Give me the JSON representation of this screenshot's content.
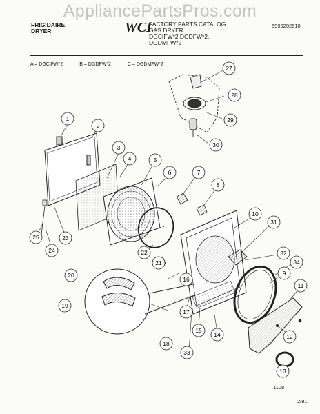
{
  "watermark": "AppliancePartsPros.com",
  "header": {
    "brand_line1": "FRIGIDAIRE",
    "brand_line2": "DRYER",
    "logo": "WCI",
    "catalog_title": "FACTORY PARTS CATALOG",
    "catalog_line2": "GAS DRYER",
    "catalog_line3": "DGCIFW*2,DGDFW*2,",
    "catalog_line4": "DGDMFW*2",
    "part_number": "5995202610"
  },
  "models": [
    "A = DGCIFW*2",
    "B = DGDFW*2",
    "C = DGDMFW*2"
  ],
  "callouts": [
    "1",
    "2",
    "3",
    "4",
    "5",
    "6",
    "7",
    "8",
    "9",
    "10",
    "11",
    "12",
    "13",
    "14",
    "15",
    "16",
    "17",
    "18",
    "19",
    "20",
    "21",
    "22",
    "23",
    "24",
    "25",
    "27",
    "28",
    "29",
    "30",
    "31",
    "32",
    "33",
    "34"
  ],
  "footer": {
    "code": "1108",
    "date": "2/91"
  }
}
